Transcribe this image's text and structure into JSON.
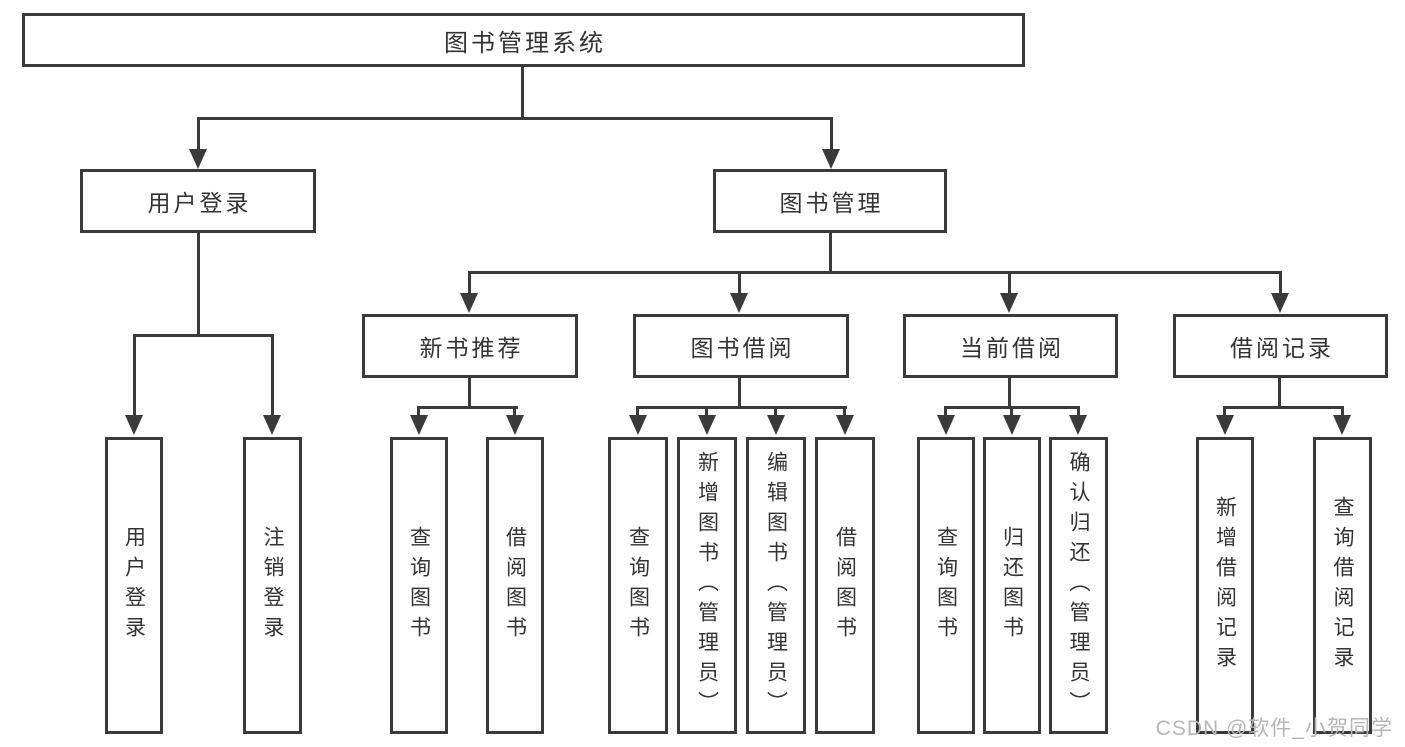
{
  "diagram": {
    "root": {
      "label": "图书管理系统"
    },
    "user_login": {
      "label": "用户登录",
      "children": {
        "login": {
          "label": "用户登录"
        },
        "logout": {
          "label": "注销登录"
        }
      }
    },
    "book_management": {
      "label": "图书管理",
      "sections": {
        "new_book": {
          "label": "新书推荐",
          "children": {
            "query_book": {
              "label": "查询图书"
            },
            "borrow_book": {
              "label": "借阅图书"
            }
          }
        },
        "book_borrow": {
          "label": "图书借阅",
          "children": {
            "query_book": {
              "label": "查询图书"
            },
            "add_book": {
              "label": "新增图书（管理员）"
            },
            "edit_book": {
              "label": "编辑图书（管理员）"
            },
            "borrow_book": {
              "label": "借阅图书"
            }
          }
        },
        "current_borrow": {
          "label": "当前借阅",
          "children": {
            "query_book": {
              "label": "查询图书"
            },
            "return_book": {
              "label": "归还图书"
            },
            "confirm_return": {
              "label": "确认归还（管理员）"
            }
          }
        },
        "borrow_records": {
          "label": "借阅记录",
          "children": {
            "add_record": {
              "label": "新增借阅记录"
            },
            "query_record": {
              "label": "查询借阅记录"
            }
          }
        }
      }
    }
  },
  "watermark": "CSDN @软件_小贺同学",
  "colors": {
    "line": "#3a3a3a",
    "text": "#333333",
    "watermark": "#b5b5b5",
    "background": "#ffffff"
  }
}
